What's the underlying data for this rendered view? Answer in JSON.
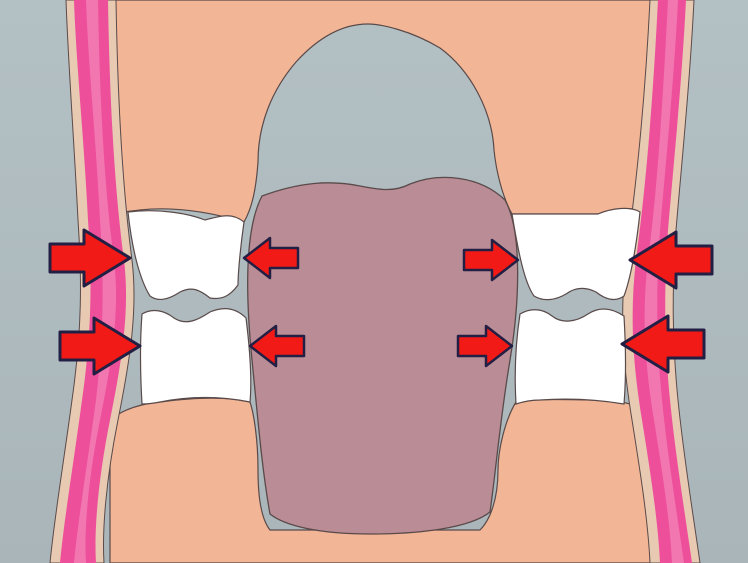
{
  "diagram": {
    "kind": "cross-section of mouth showing forces on teeth from cheeks and tongue",
    "colors": {
      "background_top": "#b3c0c4",
      "background_bottom": "#a9b5b9",
      "gum": "#f2b595",
      "tongue": "#ba8c95",
      "tooth": "#ffffff",
      "cheek_muscle": "#ee4f9a",
      "cheek_muscle_light": "#f592c2",
      "cheek_skin": "#e8c9b2",
      "arrow_fill": "#f21a16",
      "arrow_outline": "#231f44",
      "outline": "#5a4a4a"
    },
    "arrows": {
      "cheek_arrows_count": 4,
      "tongue_arrows_count": 4
    }
  }
}
